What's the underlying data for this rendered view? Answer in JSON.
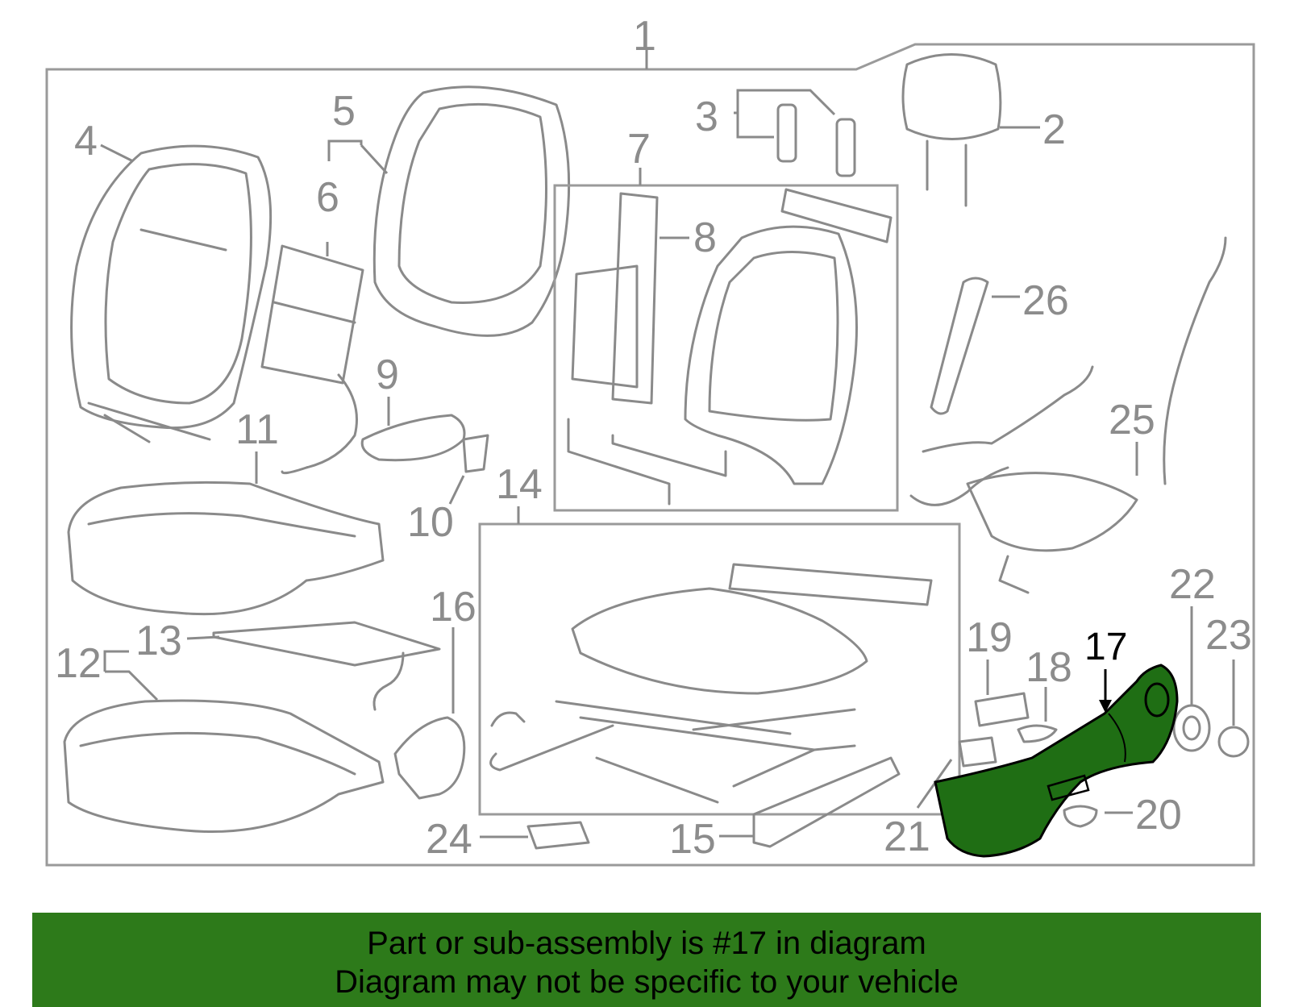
{
  "diagram": {
    "callouts": [
      "1",
      "2",
      "3",
      "4",
      "5",
      "6",
      "7",
      "8",
      "9",
      "10",
      "11",
      "12",
      "13",
      "14",
      "15",
      "16",
      "17",
      "18",
      "19",
      "20",
      "21",
      "22",
      "23",
      "24",
      "25",
      "26"
    ],
    "highlighted_part": "17",
    "highlight_color": "#1f6e14",
    "line_color": "#8a8a8a"
  },
  "banner": {
    "line1": "Part or sub-assembly is #17 in diagram",
    "line2": "Diagram may not be specific to your vehicle",
    "background": "#2d7a1a"
  }
}
